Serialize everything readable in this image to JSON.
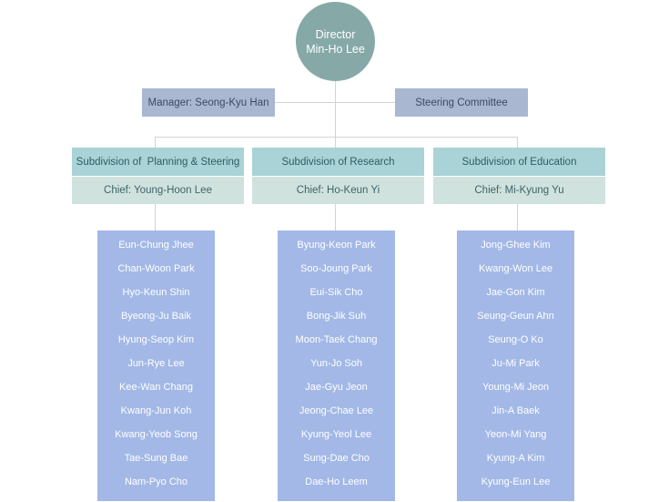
{
  "director": {
    "title": "Director",
    "name": "Min-Ho Lee"
  },
  "manager": "Manager: Seong-Kyu Han",
  "committee": "Steering Committee",
  "subdivisions": [
    {
      "name": "Subdivision of  Planning & Steering",
      "chief": "Chief: Young-Hoon Lee",
      "members": [
        "Eun-Chung Jhee",
        "Chan-Woon Park",
        "Hyo-Keun Shin",
        "Byeong-Ju Baik",
        "Hyung-Seop Kim",
        "Jun-Rye Lee",
        "Kee-Wan Chang",
        "Kwang-Jun Koh",
        "Kwang-Yeob Song",
        "Tae-Sung Bae",
        "Nam-Pyo Cho"
      ]
    },
    {
      "name": "Subdivision of Research",
      "chief": "Chief: Ho-Keun Yi",
      "members": [
        "Byung-Keon Park",
        "Soo-Joung Park",
        "Eui-Sik Cho",
        "Bong-Jik Suh",
        "Moon-Taek Chang",
        "Yun-Jo Soh",
        "Jae-Gyu Jeon",
        "Jeong-Chae Lee",
        "Kyung-Yeol Lee",
        "Sung-Dae Cho",
        "Dae-Ho Leem"
      ]
    },
    {
      "name": "Subdivision of Education",
      "chief": "Chief: Mi-Kyung Yu",
      "members": [
        "Jong-Ghee Kim",
        "Kwang-Won Lee",
        "Jae-Gon Kim",
        "Seung-Geun Ahn",
        "Seung-O Ko",
        "Ju-Mi Park",
        "Young-Mi Jeon",
        "Jin-A Baek",
        "Yeon-Mi Yang",
        "Kyung-A Kim",
        "Kyung-Eun Lee"
      ]
    }
  ]
}
